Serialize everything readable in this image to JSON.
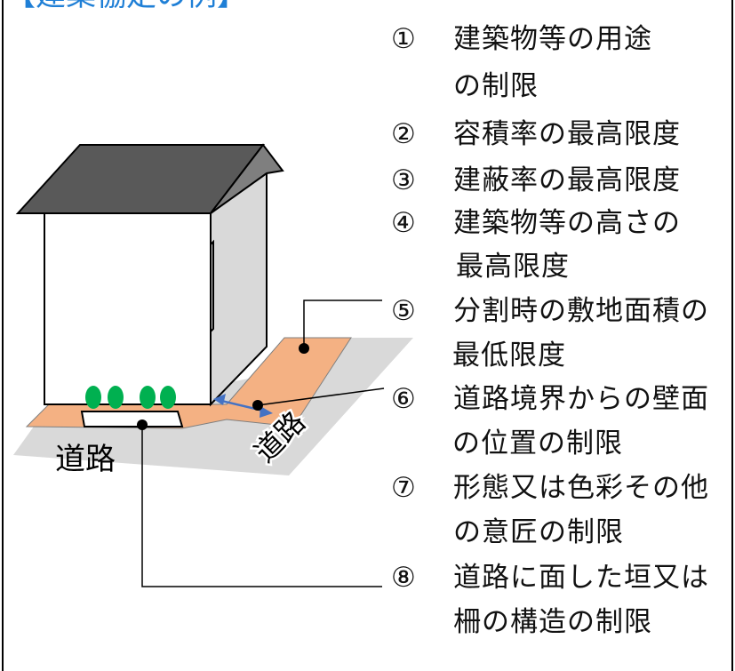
{
  "heading": {
    "text": "【建築協定の例】",
    "color": "#1f7fd6"
  },
  "road_labels": {
    "front": "道路",
    "side": "道路"
  },
  "items": [
    {
      "num": "①",
      "lines": [
        "建築物等の用途",
        "の制限"
      ]
    },
    {
      "num": "②",
      "lines": [
        "容積率の最高限度"
      ]
    },
    {
      "num": "③",
      "lines": [
        "建蔽率の最高限度"
      ]
    },
    {
      "num": "④",
      "lines": [
        "建築物等の高さの",
        "最高限度"
      ]
    },
    {
      "num": "⑤",
      "lines": [
        "分割時の敷地面積の",
        "最低限度"
      ]
    },
    {
      "num": "⑥",
      "lines": [
        "道路境界からの壁面",
        "の位置の制限"
      ]
    },
    {
      "num": "⑦",
      "lines": [
        "形態又は色彩その他",
        "の意匠の制限"
      ]
    },
    {
      "num": "⑧",
      "lines": [
        "道路に面した垣又は",
        "柵の構造の制限"
      ]
    }
  ],
  "colors": {
    "lot": "#f4b183",
    "road": "#d9d9d9",
    "roof": "#595959",
    "wall_front": "#ffffff",
    "wall_side": "#d9d9d9",
    "shrub": "#00b050",
    "arrow": "#4472c4"
  }
}
